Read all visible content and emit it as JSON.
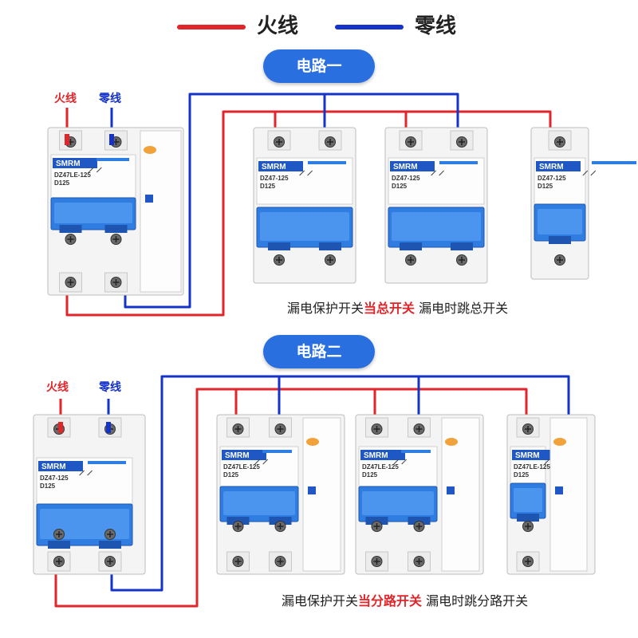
{
  "legend": {
    "live_label": "火线",
    "neutral_label": "零线",
    "live_color": "#e0262b",
    "neutral_color": "#1533c9"
  },
  "circuits": [
    {
      "title": "电路一",
      "live_wire_label": "火线",
      "neutral_wire_label": "零线",
      "caption_prefix": "漏电保护开关",
      "caption_highlight": "当总开关",
      "caption_suffix": " 漏电时跳总开关",
      "breakers": [
        {
          "brand": "SMRM",
          "model": "DZ47LE-125",
          "rating": "D125"
        },
        {
          "brand": "SMRM",
          "model": "DZ47-125",
          "rating": "D125"
        },
        {
          "brand": "SMRM",
          "model": "DZ47-125",
          "rating": "D125"
        },
        {
          "brand": "SMRM",
          "model": "DZ47-125",
          "rating": "D125"
        }
      ]
    },
    {
      "title": "电路二",
      "live_wire_label": "火线",
      "neutral_wire_label": "零线",
      "caption_prefix": "漏电保护开关",
      "caption_highlight": "当分路开关",
      "caption_suffix": " 漏电时跳分路开关",
      "breakers": [
        {
          "brand": "SMRM",
          "model": "DZ47-125",
          "rating": "D125"
        },
        {
          "brand": "SMRM",
          "model": "DZ47LE-125",
          "rating": "D125"
        },
        {
          "brand": "SMRM",
          "model": "DZ47LE-125",
          "rating": "D125"
        },
        {
          "brand": "SMRM",
          "model": "DZ47LE-125",
          "rating": "D125"
        }
      ]
    }
  ]
}
